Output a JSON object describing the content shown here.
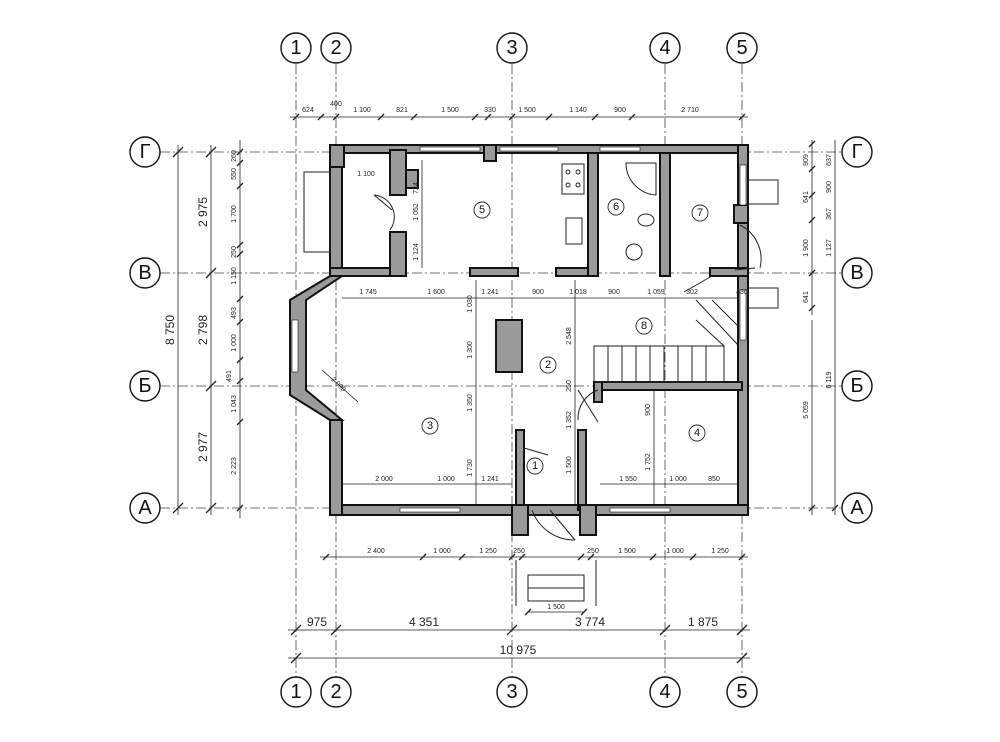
{
  "axes": {
    "numeric": [
      "1",
      "2",
      "3",
      "4",
      "5"
    ],
    "letters": [
      "Г",
      "В",
      "Б",
      "А"
    ]
  },
  "dims": {
    "top": [
      "624",
      "400",
      "1 100",
      "821",
      "1 500",
      "330",
      "1 500",
      "1 140",
      "900",
      "2 710"
    ],
    "bottom_inner": [
      "2 400",
      "1 000",
      "1 250",
      "250",
      "250",
      "1 500",
      "1 000",
      "1 250"
    ],
    "bottom_axis": [
      "975",
      "4 351",
      "3 774",
      "1 875"
    ],
    "total": "10 975",
    "porch": "1 500",
    "left_total": "8 750",
    "left_axis": [
      "2 975",
      "2 798",
      "2 977"
    ],
    "left_inner": [
      "260",
      "550",
      "1 700",
      "250",
      "1 150",
      "493",
      "1 000",
      "491",
      "1 043",
      "2 223"
    ],
    "right_inner": [
      "909",
      "637",
      "900",
      "641",
      "367",
      "1 127",
      "1 900",
      "641"
    ],
    "right_outer": [
      "5 059",
      "6 119"
    ]
  },
  "interior_dims": [
    "1 100",
    "724",
    "1 052",
    "1 124",
    "1 745",
    "1 600",
    "1 241",
    "900",
    "1 018",
    "900",
    "1 059",
    "302",
    "430",
    "1 030",
    "1 300",
    "1 350",
    "1 730",
    "2 548",
    "250",
    "1 352",
    "1 500",
    "900",
    "1 752",
    "1 550",
    "1 000",
    "850",
    "2 000",
    "1 000",
    "1 241",
    "2 000"
  ],
  "rooms": [
    "1",
    "2",
    "3",
    "4",
    "5",
    "6",
    "7",
    "8"
  ]
}
